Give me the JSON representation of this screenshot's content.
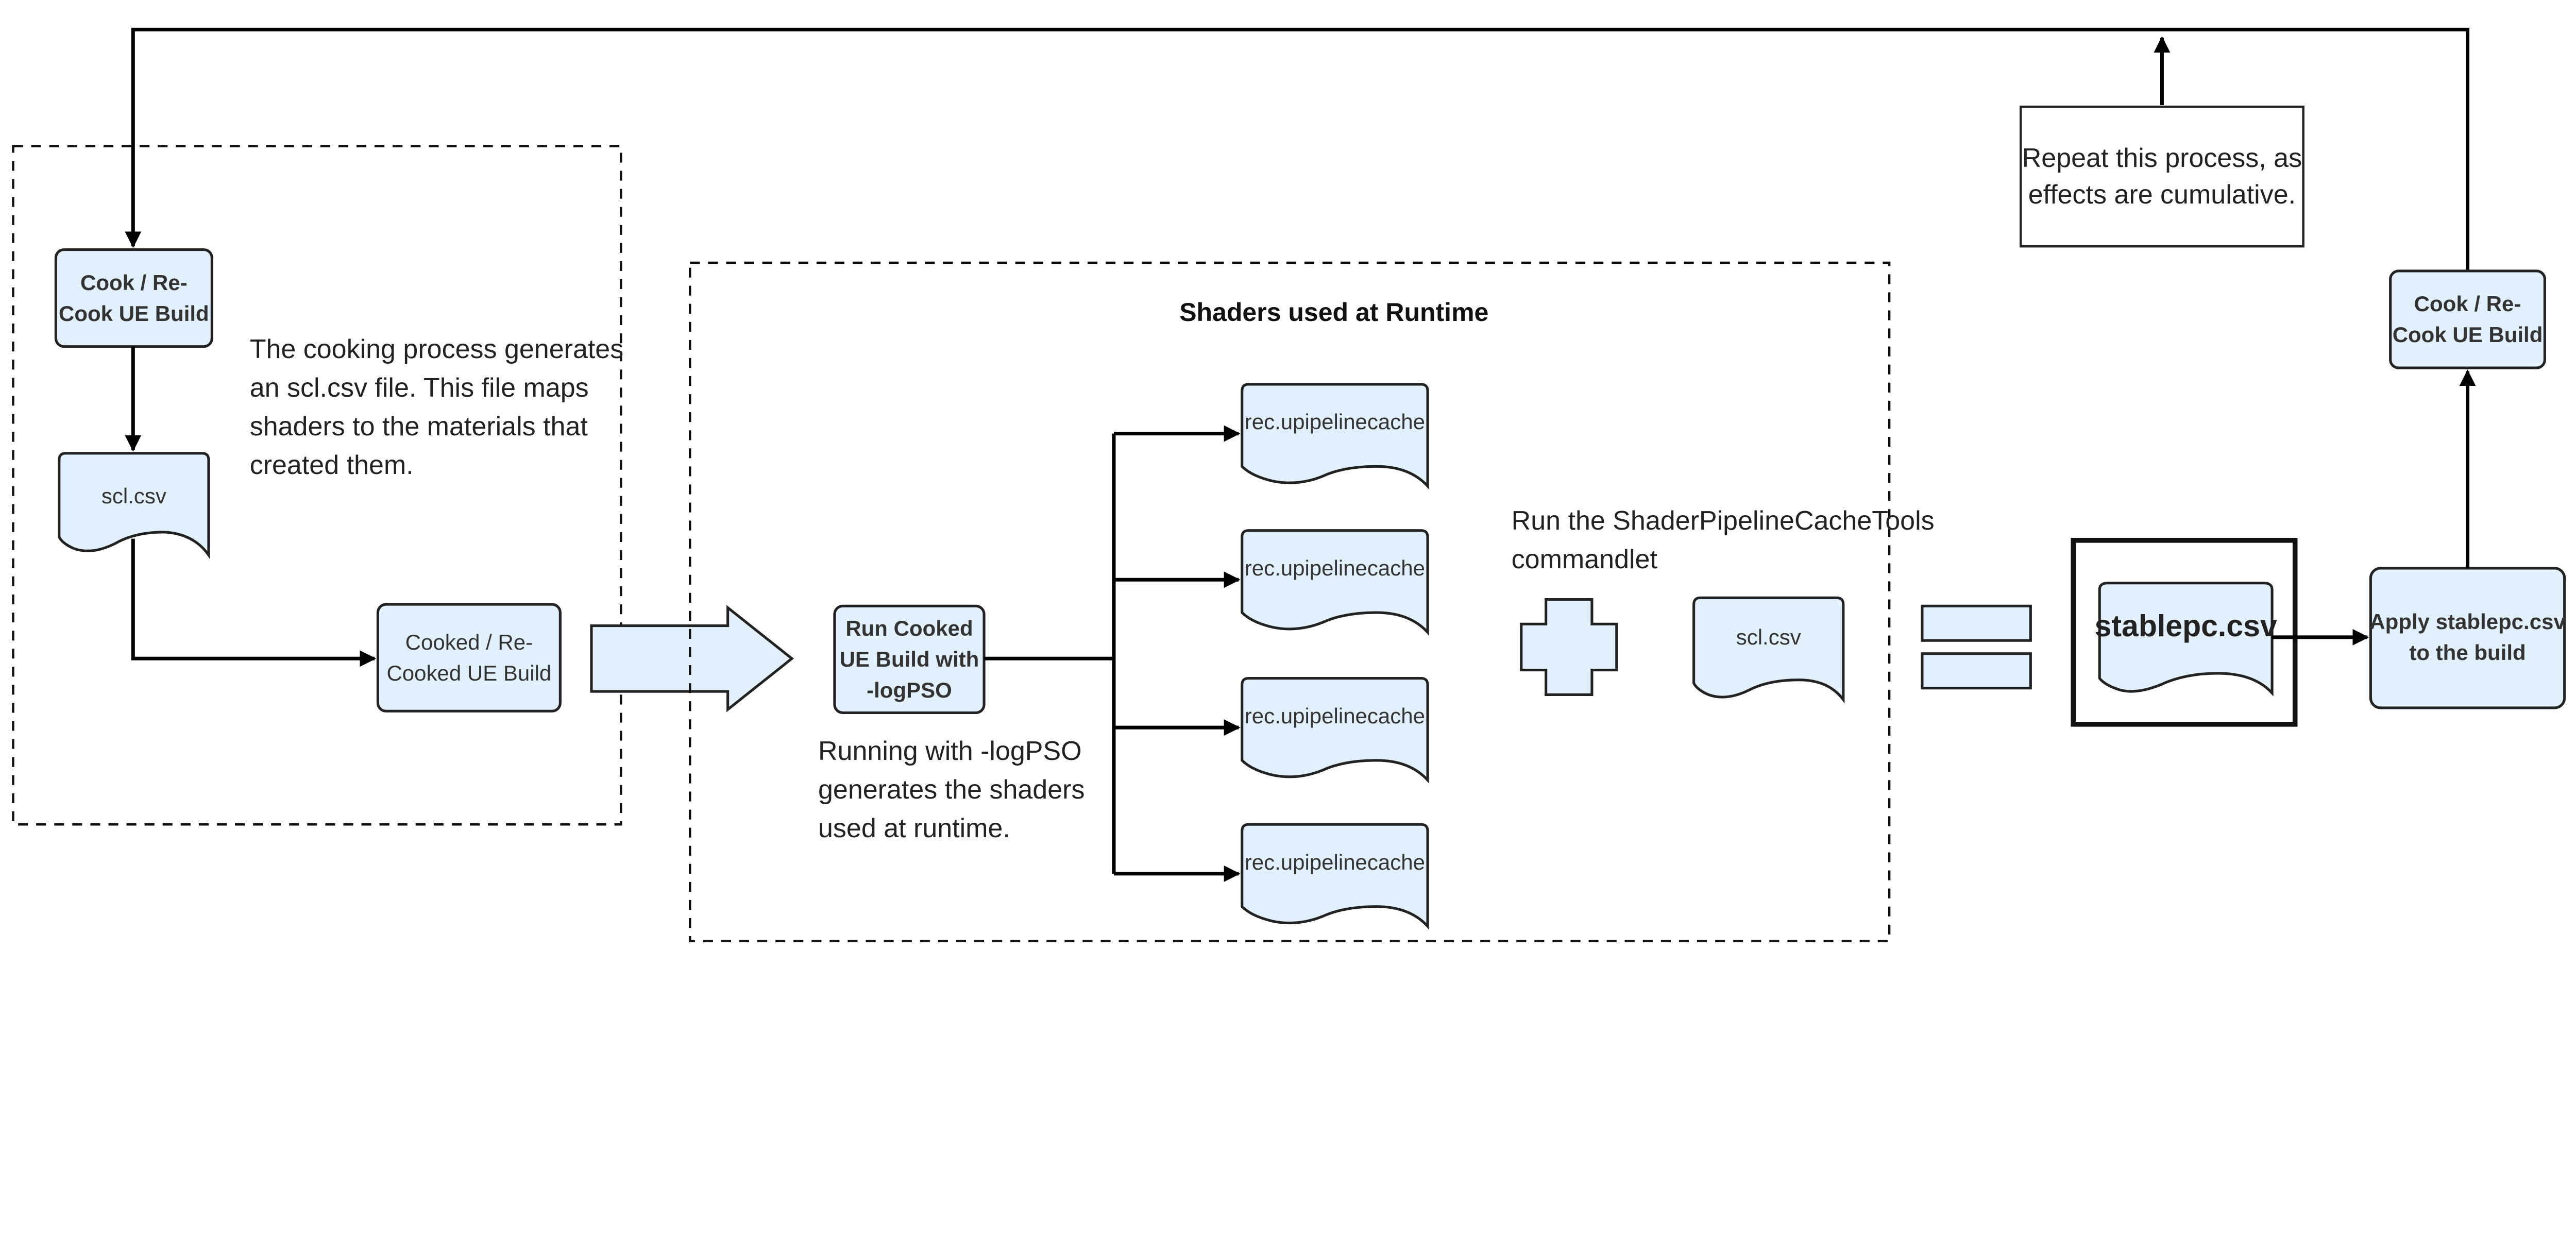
{
  "colors": {
    "node_fill": "#e1f0fc",
    "stroke": "#000000"
  },
  "left_group": {
    "cook_box": [
      "Cook / Re-",
      "Cook UE Build"
    ],
    "scl_doc": "scl.csv",
    "cooked_box": [
      "Cooked / Re-",
      "Cooked UE Build"
    ],
    "note": [
      "The cooking process generates",
      "an scl.csv file. This file maps",
      "shaders to the materials that",
      "created them."
    ]
  },
  "runtime_group": {
    "title": "Shaders used at Runtime",
    "run_box": [
      "Run Cooked",
      "UE Build with",
      "-logPSO"
    ],
    "run_note": [
      "Running with -logPSO",
      "generates the shaders",
      "used at runtime."
    ],
    "rec_docs": [
      "rec.upipelinecache",
      "rec.upipelinecache",
      "rec.upipelinecache",
      "rec.upipelinecache"
    ],
    "tool_note": [
      "Run the ShaderPipelineCacheTools",
      "commandlet"
    ],
    "scl_doc": "scl.csv"
  },
  "result": {
    "stable_doc": "stablepc.csv",
    "apply_box": [
      "Apply stablepc.csv",
      "to the build"
    ],
    "cook_box": [
      "Cook / Re-",
      "Cook UE Build"
    ],
    "repeat_note": [
      "Repeat this process, as",
      "effects are cumulative."
    ]
  }
}
